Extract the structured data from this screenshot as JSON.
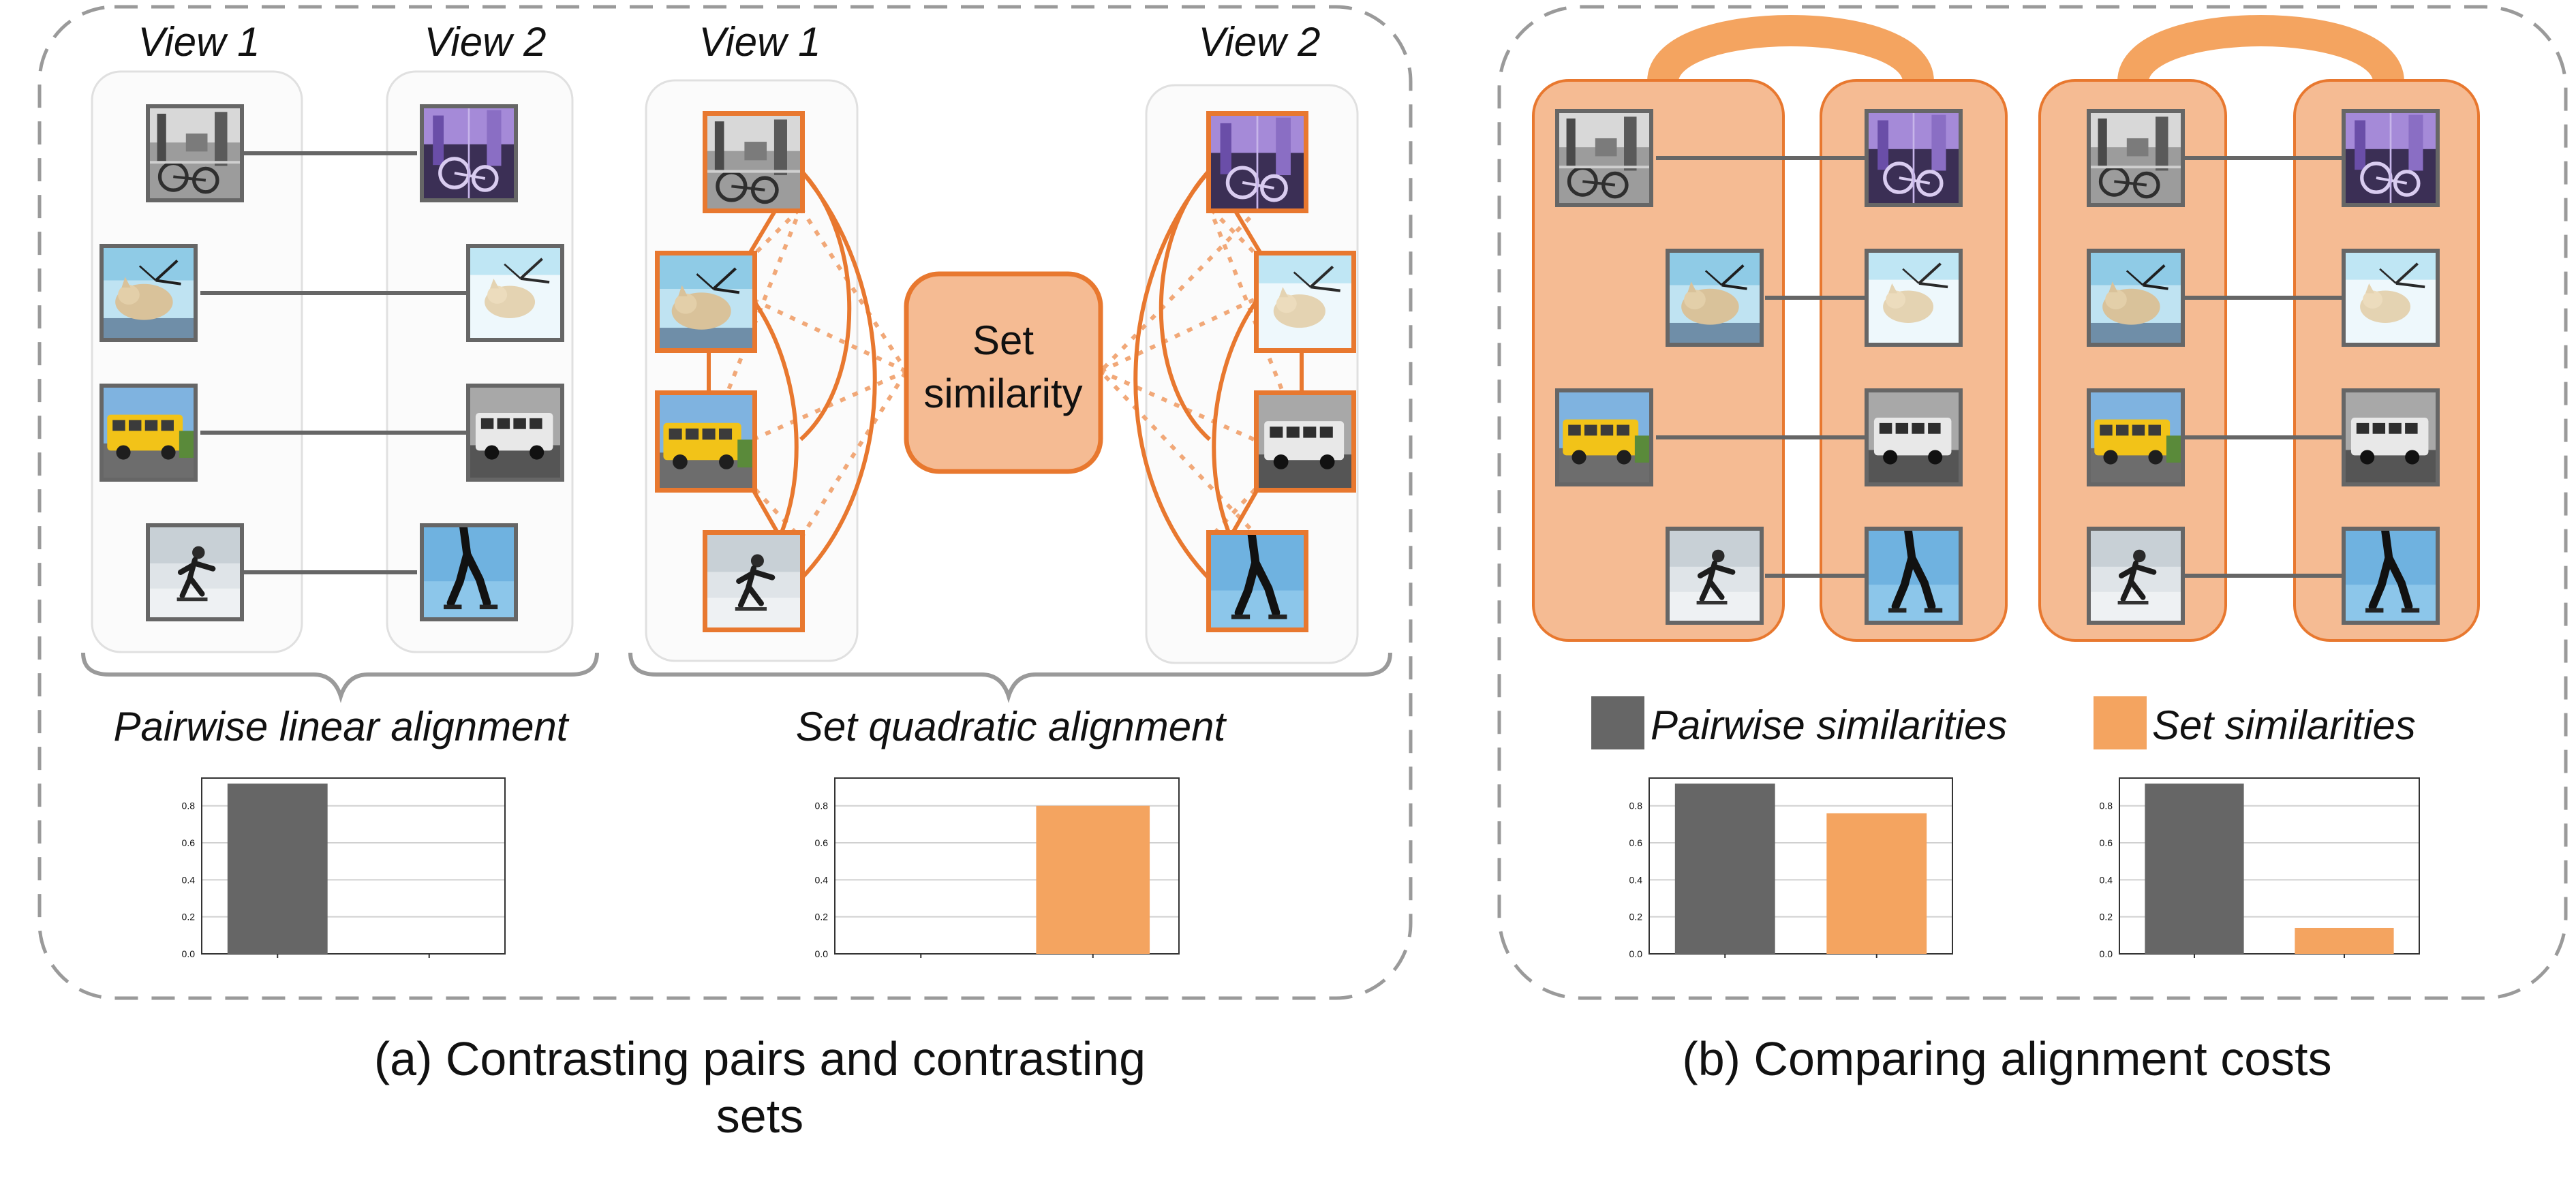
{
  "panel_a": {
    "linear": {
      "view1": "View 1",
      "view2": "View 2",
      "caption": "Pairwise linear alignment"
    },
    "quadratic": {
      "view1": "View 1",
      "view2": "View 2",
      "set_box_line1": "Set",
      "set_box_line2": "similarity",
      "caption": "Set quadratic alignment"
    },
    "caption_line1": "(a) Contrasting pairs and contrasting",
    "caption_line2": "sets"
  },
  "panel_b": {
    "legend": {
      "pairwise": "Pairwise similarities",
      "set": "Set similarities"
    },
    "caption": "(b) Comparing alignment costs"
  },
  "images": [
    "street-bikes-photo",
    "cat-clock-photo",
    "school-bus-photo",
    "skater-photo"
  ],
  "colors": {
    "pairwise": "#666666",
    "set": "#f4a460",
    "orange_line": "#e8782f",
    "set_fill": "#f5bb93",
    "dashed_border": "#9a9a9a"
  },
  "chart_data": [
    {
      "type": "bar",
      "categories": [
        "Pairwise similarities",
        "Set similarities"
      ],
      "values": [
        0.92,
        0.0
      ],
      "yticks": [
        "0.0",
        "0.2",
        "0.4",
        "0.6",
        "0.8"
      ],
      "ylim": [
        0,
        0.95
      ]
    },
    {
      "type": "bar",
      "categories": [
        "Pairwise similarities",
        "Set similarities"
      ],
      "values": [
        0.0,
        0.8
      ],
      "yticks": [
        "0.0",
        "0.2",
        "0.4",
        "0.6",
        "0.8"
      ],
      "ylim": [
        0,
        0.95
      ]
    },
    {
      "type": "bar",
      "categories": [
        "Pairwise similarities",
        "Set similarities"
      ],
      "values": [
        0.92,
        0.76
      ],
      "yticks": [
        "0.0",
        "0.2",
        "0.4",
        "0.6",
        "0.8"
      ],
      "ylim": [
        0,
        0.95
      ]
    },
    {
      "type": "bar",
      "categories": [
        "Pairwise similarities",
        "Set similarities"
      ],
      "values": [
        0.92,
        0.14
      ],
      "yticks": [
        "0.0",
        "0.2",
        "0.4",
        "0.6",
        "0.8"
      ],
      "ylim": [
        0,
        0.95
      ]
    }
  ]
}
